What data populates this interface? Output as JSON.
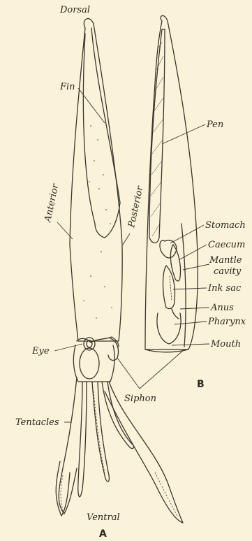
{
  "figure": {
    "labels": {
      "dorsal": "Dorsal",
      "fin": "Fin",
      "anterior": "Anterior",
      "posterior": "Posterior",
      "eye": "Eye",
      "siphon": "Siphon",
      "tentacles": "Tentacles",
      "ventral": "Ventral",
      "pen": "Pen",
      "stomach": "Stomach",
      "caecum": "Caecum",
      "mantle_cavity_1": "Mantle",
      "mantle_cavity_2": "cavity",
      "ink_sac": "Ink sac",
      "anus": "Anus",
      "pharynx": "Pharynx",
      "mouth": "Mouth"
    },
    "panel_a": "A",
    "panel_b": "B"
  },
  "colors": {
    "background": "#faf3d9",
    "ink": "#3a342b"
  }
}
